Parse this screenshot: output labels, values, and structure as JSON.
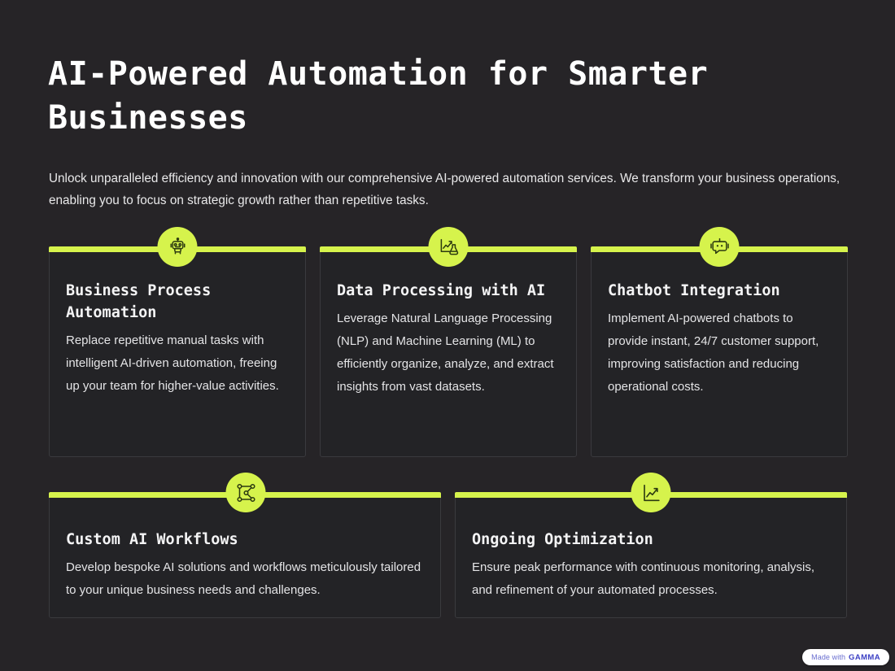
{
  "theme": {
    "background": "#262427",
    "card_background": "#232326",
    "card_border": "#3a3a3e",
    "accent_lime": "#d6f34c",
    "title_color": "#ffffff",
    "body_color": "#e4e4e6"
  },
  "header": {
    "title": "AI-Powered Automation for Smarter Businesses",
    "subtitle": "Unlock unparalleled efficiency and innovation with our comprehensive AI-powered automation services. We transform your business operations, enabling you to focus on strategic growth rather than repetitive tasks."
  },
  "cards": [
    {
      "icon": "robot-icon",
      "title": "Business Process Automation",
      "description": "Replace repetitive manual tasks with intelligent AI-driven automation, freeing up your team for higher-value activities."
    },
    {
      "icon": "chart-flask-icon",
      "title": "Data Processing with AI",
      "description": "Leverage Natural Language Processing (NLP) and Machine Learning (ML) to efficiently organize, analyze, and extract insights from vast datasets."
    },
    {
      "icon": "chatbot-icon",
      "title": "Chatbot Integration",
      "description": "Implement AI-powered chatbots to provide instant, 24/7 customer support, improving satisfaction and reducing operational costs."
    },
    {
      "icon": "workflow-nodes-icon",
      "title": "Custom AI Workflows",
      "description": "Develop bespoke AI solutions and workflows meticulously tailored to your unique business needs and challenges."
    },
    {
      "icon": "trending-chart-icon",
      "title": "Ongoing Optimization",
      "description": "Ensure peak performance with continuous monitoring, analysis, and refinement of your automated processes."
    }
  ],
  "footer": {
    "made_with": "Made with",
    "brand": "GAMMA"
  }
}
